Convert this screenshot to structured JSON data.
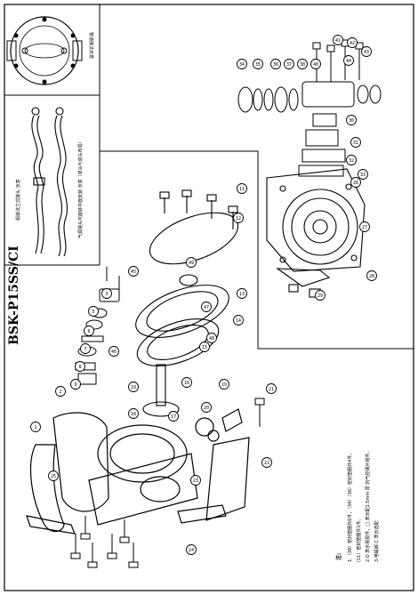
{
  "drawing": {
    "model": "BSK-P15SS/CI",
    "notes": {
      "heading": "注:",
      "lines": [
        "1.（38）密封垫圈共6件，（34）（36）密封垫圈共4件。",
        "(11）密封垫圈共1件。",
        "2.O 表示易损件，□ 表示配1.5mm 厚 的气控阀片组件。",
        "3.电磁阀 C 表示选配"
      ]
    },
    "left_annotations": {
      "top_panel": "管道接法示意",
      "mid_label_1": "组装法兰式接头 示意",
      "mid_label_2": "气源接头可旋转平面安装 示意（单头与双头布局）"
    },
    "part_labels": [
      "1",
      "2",
      "3",
      "5",
      "6",
      "7",
      "8",
      "9",
      "10",
      "11",
      "12",
      "13",
      "14",
      "15",
      "16",
      "17",
      "18",
      "19",
      "20",
      "21",
      "22",
      "23",
      "24",
      "25",
      "26",
      "27",
      "28",
      "29",
      "30",
      "31",
      "32",
      "33",
      "34",
      "35",
      "36",
      "37",
      "38",
      "40",
      "41",
      "42",
      "43",
      "44",
      "45",
      "46",
      "47",
      "48",
      "49"
    ]
  },
  "colors": {
    "ink": "#000000",
    "paper": "#ffffff"
  }
}
